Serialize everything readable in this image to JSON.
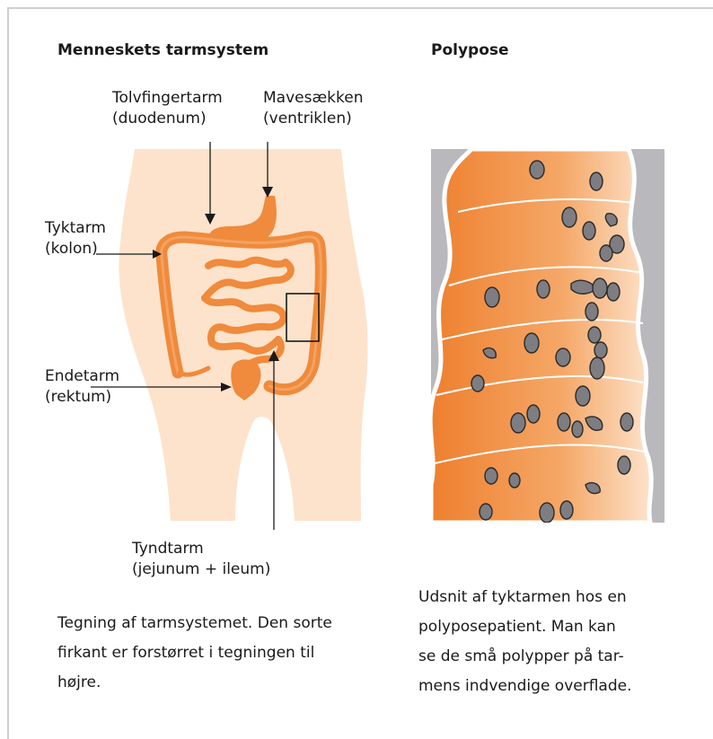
{
  "left": {
    "heading": "Menneskets tarmsystem",
    "labels": {
      "duodenum_line1": "Tolvfingertarm",
      "duodenum_line2": "(duodenum)",
      "stomach_line1": "Mavesækken",
      "stomach_line2": "(ventriklen)",
      "colon_line1": "Tyktarm",
      "colon_line2": "(kolon)",
      "rectum_line1": "Endetarm",
      "rectum_line2": "(rektum)",
      "smallint_line1": "Tyndtarm",
      "smallint_line2": "(jejunum + ileum)"
    },
    "caption_lines": [
      "Tegning af tarmsystemet. Den sorte",
      "firkant er forstørret i tegningen til",
      "højre."
    ]
  },
  "right": {
    "heading": "Polypose",
    "caption_lines": [
      "Udsnit af tyktarmen hos en",
      "polyposepatient. Man kan",
      "se de små polypper på tar-",
      "mens indvendige overflade."
    ]
  },
  "colors": {
    "skin": "#fde3cc",
    "intestine": "#f08a3c",
    "intestine_light": "#f6b27a",
    "polyp": "#7d7d82",
    "wall": "#b9b9bd"
  }
}
